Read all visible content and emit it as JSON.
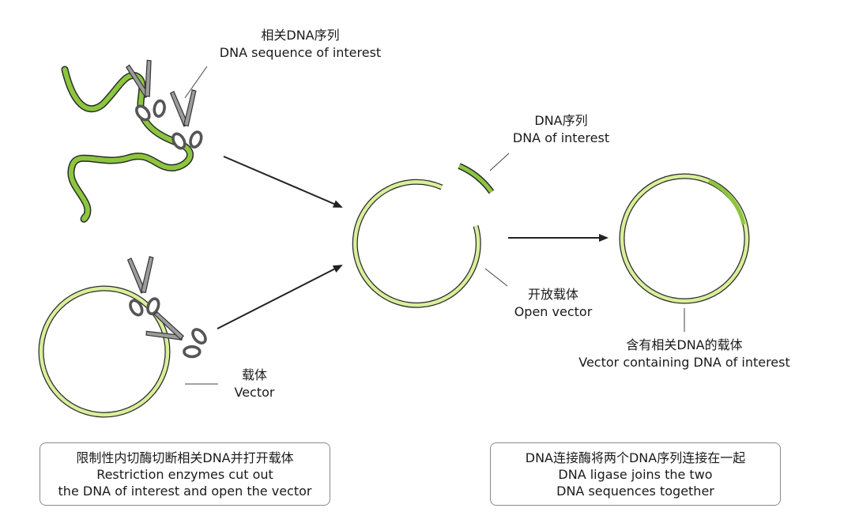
{
  "labels": {
    "dna_interest_top": {
      "zh": "相关DNA序列",
      "en": "DNA sequence of interest"
    },
    "dna_fragment": {
      "zh": "DNA序列",
      "en": "DNA of interest"
    },
    "open_vector": {
      "zh": "开放载体",
      "en": "Open vector"
    },
    "vector": {
      "zh": "载体",
      "en": "Vector"
    },
    "recombinant": {
      "zh": "含有相关DNA的载体",
      "en": "Vector containing DNA of interest"
    }
  },
  "captions": {
    "left": {
      "zh": "限制性内切酶切断相关DNA并打开载体",
      "en1": "Restriction enzymes cut out",
      "en2": "the DNA of interest and open the vector"
    },
    "right": {
      "zh": "DNA连接酶将两个DNA序列连接在一起",
      "en1": "DNA ligase joins the two",
      "en2": "DNA sequences together"
    }
  },
  "icons": [
    "scissors-icon",
    "arrow-icon"
  ],
  "colors": {
    "dna_green": "#8cc63f",
    "vector_light": "#d9ef9a",
    "outline": "#2a2a2a",
    "scissors_gray": "#9a9a9a"
  }
}
